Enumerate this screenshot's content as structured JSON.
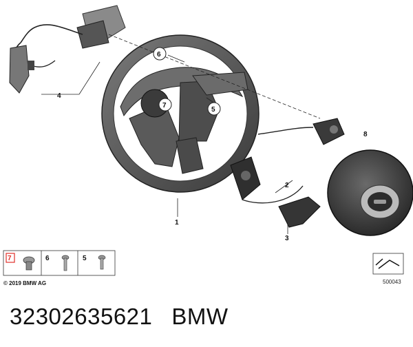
{
  "callouts": {
    "c1": "1",
    "c2": "2",
    "c3": "3",
    "c4": "4",
    "c5": "5",
    "c6": "6",
    "c7": "7",
    "c8": "8"
  },
  "fastener_table": {
    "items": [
      "7",
      "6",
      "5"
    ],
    "highlight_color": "#e0302a"
  },
  "copyright": "© 2019 BMW AG",
  "ref_code": "500043",
  "part_number": "32302635621",
  "brand": "BMW"
}
